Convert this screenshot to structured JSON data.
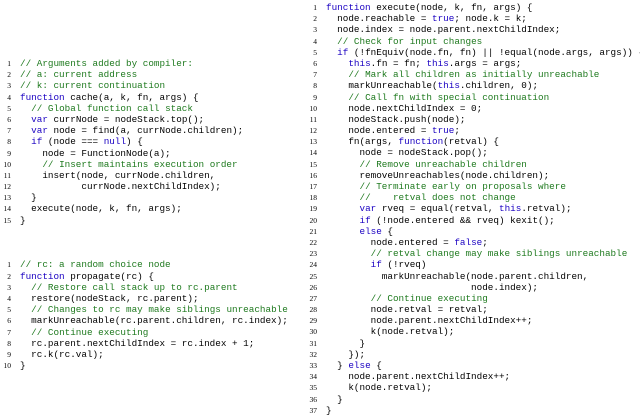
{
  "colors": {
    "keyword": "#1a00c2",
    "comment": "#1f7a1f",
    "text": "#000000"
  },
  "left_listing": {
    "blocks": [
      {
        "lines": [
          {
            "n": "1",
            "segs": [
              {
                "t": "// Arguments added by compiler:",
                "k": "cm"
              }
            ]
          },
          {
            "n": "2",
            "segs": [
              {
                "t": "// a: current address",
                "k": "cm"
              }
            ]
          },
          {
            "n": "3",
            "segs": [
              {
                "t": "// k: current continuation",
                "k": "cm"
              }
            ]
          },
          {
            "n": "4",
            "segs": [
              {
                "t": "function",
                "k": "kw"
              },
              {
                "t": " cache(a, k, fn, args) {"
              }
            ]
          },
          {
            "n": "5",
            "segs": [
              {
                "t": "  "
              },
              {
                "t": "// Global function call stack",
                "k": "cm"
              }
            ]
          },
          {
            "n": "6",
            "segs": [
              {
                "t": "  "
              },
              {
                "t": "var",
                "k": "kw"
              },
              {
                "t": " currNode = nodeStack.top();"
              }
            ]
          },
          {
            "n": "7",
            "segs": [
              {
                "t": "  "
              },
              {
                "t": "var",
                "k": "kw"
              },
              {
                "t": " node = find(a, currNode.children);"
              }
            ]
          },
          {
            "n": "8",
            "segs": [
              {
                "t": "  "
              },
              {
                "t": "if",
                "k": "kw"
              },
              {
                "t": " (node === "
              },
              {
                "t": "null",
                "k": "kw"
              },
              {
                "t": ") {"
              }
            ]
          },
          {
            "n": "9",
            "segs": [
              {
                "t": "    node = FunctionNode(a);"
              }
            ]
          },
          {
            "n": "10",
            "segs": [
              {
                "t": "    "
              },
              {
                "t": "// Insert maintains execution order",
                "k": "cm"
              }
            ]
          },
          {
            "n": "11",
            "segs": [
              {
                "t": "    insert(node, currNode.children,"
              }
            ]
          },
          {
            "n": "12",
            "segs": [
              {
                "t": "           currNode.nextChildIndex);"
              }
            ]
          },
          {
            "n": "13",
            "segs": [
              {
                "t": "  }"
              }
            ]
          },
          {
            "n": "14",
            "segs": [
              {
                "t": "  execute(node, k, fn, args);"
              }
            ]
          },
          {
            "n": "15",
            "segs": [
              {
                "t": "}"
              }
            ]
          }
        ]
      },
      {
        "lines": [
          {
            "n": "1",
            "segs": [
              {
                "t": "// rc: a random choice node",
                "k": "cm"
              }
            ]
          },
          {
            "n": "2",
            "segs": [
              {
                "t": "function",
                "k": "kw"
              },
              {
                "t": " propagate(rc) {"
              }
            ]
          },
          {
            "n": "3",
            "segs": [
              {
                "t": "  "
              },
              {
                "t": "// Restore call stack up to rc.parent",
                "k": "cm"
              }
            ]
          },
          {
            "n": "4",
            "segs": [
              {
                "t": "  restore(nodeStack, rc.parent);"
              }
            ]
          },
          {
            "n": "5",
            "segs": [
              {
                "t": "  "
              },
              {
                "t": "// Changes to rc may make siblings unreachable",
                "k": "cm"
              }
            ]
          },
          {
            "n": "6",
            "segs": [
              {
                "t": "  markUnreachable(rc.parent.children, rc.index);"
              }
            ]
          },
          {
            "n": "7",
            "segs": [
              {
                "t": "  "
              },
              {
                "t": "// Continue executing",
                "k": "cm"
              }
            ]
          },
          {
            "n": "8",
            "segs": [
              {
                "t": "  rc.parent.nextChildIndex = rc.index + 1;"
              }
            ]
          },
          {
            "n": "9",
            "segs": [
              {
                "t": "  rc.k(rc.val);"
              }
            ]
          },
          {
            "n": "10",
            "segs": [
              {
                "t": "}"
              }
            ]
          }
        ]
      }
    ]
  },
  "right_listing": {
    "blocks": [
      {
        "lines": [
          {
            "n": "1",
            "segs": [
              {
                "t": "function",
                "k": "kw"
              },
              {
                "t": " execute(node, k, fn, args) {"
              }
            ]
          },
          {
            "n": "2",
            "segs": [
              {
                "t": "  node.reachable = "
              },
              {
                "t": "true",
                "k": "kw"
              },
              {
                "t": "; node.k = k;"
              }
            ]
          },
          {
            "n": "3",
            "segs": [
              {
                "t": "  node.index = node.parent.nextChildIndex;"
              }
            ]
          },
          {
            "n": "4",
            "segs": [
              {
                "t": "  "
              },
              {
                "t": "// Check for input changes",
                "k": "cm"
              }
            ]
          },
          {
            "n": "5",
            "segs": [
              {
                "t": "  "
              },
              {
                "t": "if",
                "k": "kw"
              },
              {
                "t": " (!fnEquiv(node.fn, fn) || !equal(node.args, args)) {"
              }
            ]
          },
          {
            "n": "6",
            "segs": [
              {
                "t": "    "
              },
              {
                "t": "this",
                "k": "kw"
              },
              {
                "t": ".fn = fn; "
              },
              {
                "t": "this",
                "k": "kw"
              },
              {
                "t": ".args = args;"
              }
            ]
          },
          {
            "n": "7",
            "segs": [
              {
                "t": "    "
              },
              {
                "t": "// Mark all children as initially unreachable",
                "k": "cm"
              }
            ]
          },
          {
            "n": "8",
            "segs": [
              {
                "t": "    markUnreachable("
              },
              {
                "t": "this",
                "k": "kw"
              },
              {
                "t": ".children, 0);"
              }
            ]
          },
          {
            "n": "9",
            "segs": [
              {
                "t": "    "
              },
              {
                "t": "// Call fn with special continuation",
                "k": "cm"
              }
            ]
          },
          {
            "n": "10",
            "segs": [
              {
                "t": "    node.nextChildIndex = 0;"
              }
            ]
          },
          {
            "n": "11",
            "segs": [
              {
                "t": "    nodeStack.push(node);"
              }
            ]
          },
          {
            "n": "12",
            "segs": [
              {
                "t": "    node.entered = "
              },
              {
                "t": "true",
                "k": "kw"
              },
              {
                "t": ";"
              }
            ]
          },
          {
            "n": "13",
            "segs": [
              {
                "t": "    fn(args, "
              },
              {
                "t": "function",
                "k": "kw"
              },
              {
                "t": "(retval) {"
              }
            ]
          },
          {
            "n": "14",
            "segs": [
              {
                "t": "      node = nodeStack.pop();"
              }
            ]
          },
          {
            "n": "15",
            "segs": [
              {
                "t": "      "
              },
              {
                "t": "// Remove unreachable children",
                "k": "cm"
              }
            ]
          },
          {
            "n": "16",
            "segs": [
              {
                "t": "      removeUnreachables(node.children);"
              }
            ]
          },
          {
            "n": "17",
            "segs": [
              {
                "t": "      "
              },
              {
                "t": "// Terminate early on proposals where",
                "k": "cm"
              }
            ]
          },
          {
            "n": "18",
            "segs": [
              {
                "t": "      "
              },
              {
                "t": "//    retval does not change",
                "k": "cm"
              }
            ]
          },
          {
            "n": "19",
            "segs": [
              {
                "t": "      "
              },
              {
                "t": "var",
                "k": "kw"
              },
              {
                "t": " rveq = equal(retval, "
              },
              {
                "t": "this",
                "k": "kw"
              },
              {
                "t": ".retval);"
              }
            ]
          },
          {
            "n": "20",
            "segs": [
              {
                "t": "      "
              },
              {
                "t": "if",
                "k": "kw"
              },
              {
                "t": " (!node.entered && rveq) kexit();"
              }
            ]
          },
          {
            "n": "21",
            "segs": [
              {
                "t": "      "
              },
              {
                "t": "else",
                "k": "kw"
              },
              {
                "t": " {"
              }
            ]
          },
          {
            "n": "22",
            "segs": [
              {
                "t": "        node.entered = "
              },
              {
                "t": "false",
                "k": "kw"
              },
              {
                "t": ";"
              }
            ]
          },
          {
            "n": "23",
            "segs": [
              {
                "t": "        "
              },
              {
                "t": "// retval change may make siblings unreachable",
                "k": "cm"
              }
            ]
          },
          {
            "n": "24",
            "segs": [
              {
                "t": "        "
              },
              {
                "t": "if",
                "k": "kw"
              },
              {
                "t": " (!rveq)"
              }
            ]
          },
          {
            "n": "25",
            "segs": [
              {
                "t": "          markUnreachable(node.parent.children,"
              }
            ]
          },
          {
            "n": "26",
            "segs": [
              {
                "t": "                          node.index);"
              }
            ]
          },
          {
            "n": "27",
            "segs": [
              {
                "t": "        "
              },
              {
                "t": "// Continue executing",
                "k": "cm"
              }
            ]
          },
          {
            "n": "28",
            "segs": [
              {
                "t": "        node.retval = retval;"
              }
            ]
          },
          {
            "n": "29",
            "segs": [
              {
                "t": "        node.parent.nextChildIndex++;"
              }
            ]
          },
          {
            "n": "30",
            "segs": [
              {
                "t": "        k(node.retval);"
              }
            ]
          },
          {
            "n": "31",
            "segs": [
              {
                "t": "      }"
              }
            ]
          },
          {
            "n": "32",
            "segs": [
              {
                "t": "    });"
              }
            ]
          },
          {
            "n": "33",
            "segs": [
              {
                "t": "  } "
              },
              {
                "t": "else",
                "k": "kw"
              },
              {
                "t": " {"
              }
            ]
          },
          {
            "n": "34",
            "segs": [
              {
                "t": "    node.parent.nextChildIndex++;"
              }
            ]
          },
          {
            "n": "35",
            "segs": [
              {
                "t": "    k(node.retval);"
              }
            ]
          },
          {
            "n": "36",
            "segs": [
              {
                "t": "  }"
              }
            ]
          },
          {
            "n": "37",
            "segs": [
              {
                "t": "}"
              }
            ]
          }
        ]
      }
    ]
  }
}
